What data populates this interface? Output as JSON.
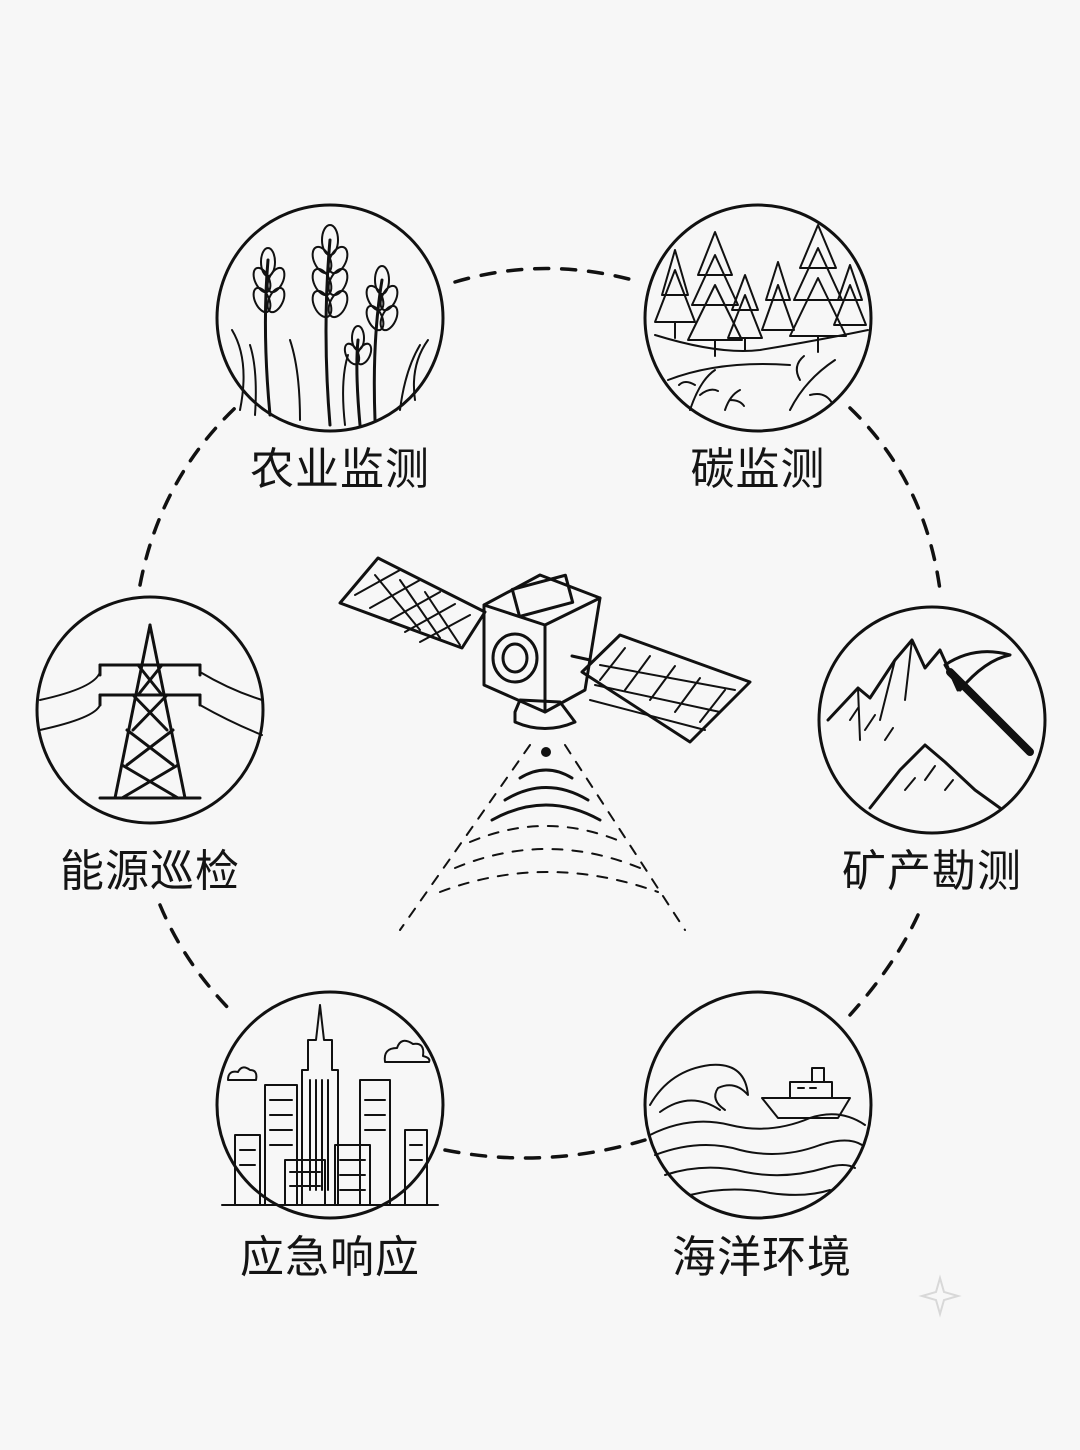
{
  "nodes": [
    {
      "id": "agri",
      "label": "农业监测",
      "icon": "wheat-icon"
    },
    {
      "id": "carbon",
      "label": "碳监测",
      "icon": "forest-icon"
    },
    {
      "id": "energy",
      "label": "能源巡检",
      "icon": "power-tower-icon"
    },
    {
      "id": "mining",
      "label": "矿产勘测",
      "icon": "mountain-pickaxe-icon"
    },
    {
      "id": "emerg",
      "label": "应急响应",
      "icon": "city-icon"
    },
    {
      "id": "ocean",
      "label": "海洋环境",
      "icon": "ocean-ship-icon"
    }
  ],
  "center": {
    "icon": "satellite-icon"
  },
  "colors": {
    "ink": "#111111",
    "background": "#f7f7f7"
  }
}
